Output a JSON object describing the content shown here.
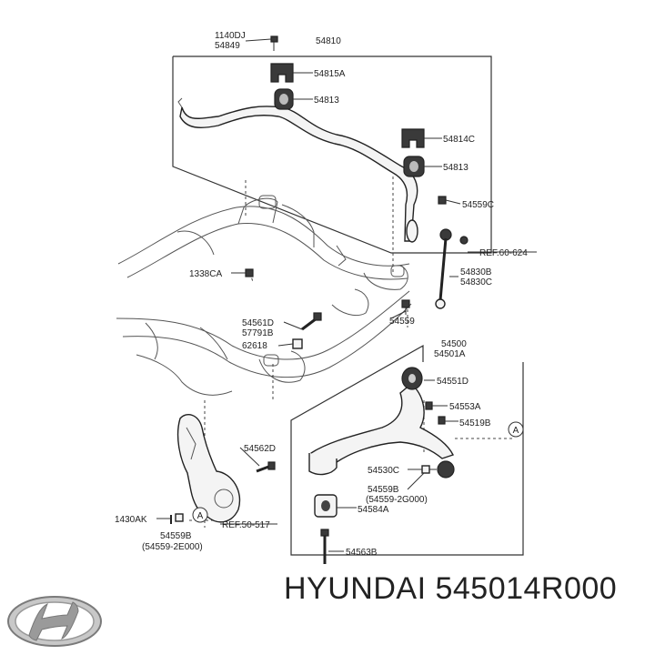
{
  "labels": {
    "l1140dj": "1140DJ",
    "l54849": "54849",
    "l54810": "54810",
    "l54815a": "54815A",
    "l54813a": "54813",
    "l54814c": "54814C",
    "l54813b": "54813",
    "l54559c": "54559C",
    "lref60624": "REF.60-624",
    "l54830b": "54830B",
    "l54830c": "54830C",
    "l1338ca": "1338CA",
    "l54559": "54559",
    "l54561d": "54561D",
    "l57791b": "57791B",
    "l62618": "62618",
    "l54500": "54500",
    "l54501a": "54501A",
    "l54551d": "54551D",
    "l54553a": "54553A",
    "l54519b": "54519B",
    "l54562d": "54562D",
    "l54530c": "54530C",
    "l54559b_r": "54559B",
    "l545592g": "(54559-2G000)",
    "l54584a": "54584A",
    "l1430ak": "1430AK",
    "l54559b_l": "54559B",
    "l545592e": "(54559-2E000)",
    "lref50517": "REF.50-517",
    "l54563b": "54563B",
    "circleA1": "A",
    "circleA2": "A"
  },
  "caption": "HYUNDAI 545014R000",
  "colors": {
    "line": "#333333",
    "part_fill": "#f4f4f4",
    "logo": "#9a9a9a"
  }
}
